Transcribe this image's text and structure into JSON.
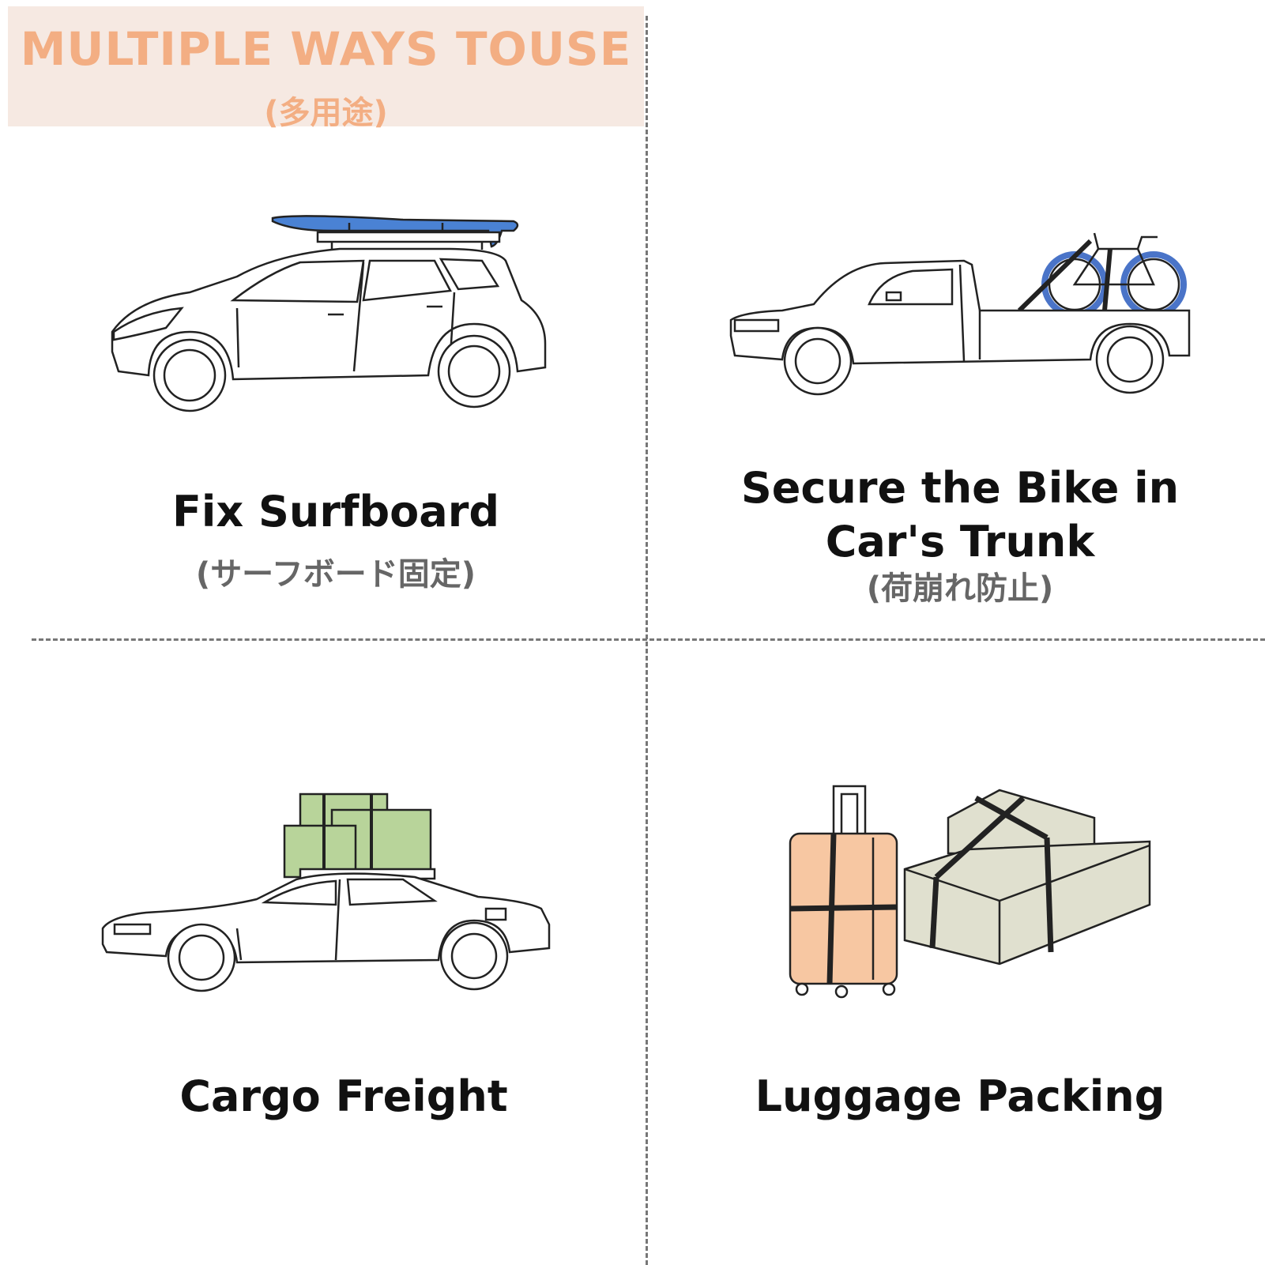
{
  "header": {
    "title": "MULTIPLE WAYS TOUSE",
    "subtitle": "(多用途)"
  },
  "panels": [
    {
      "title": "Fix Surfboard",
      "subtitle": "(サーフボード固定)"
    },
    {
      "title_line1": "Secure the Bike in",
      "title_line2": "Car's Trunk",
      "subtitle": "(荷崩れ防止)"
    },
    {
      "title": "Cargo Freight"
    },
    {
      "title": "Luggage Packing"
    }
  ],
  "colors": {
    "header_bg": "#f6e9e2",
    "header_text": "#f3ae83",
    "surfboard": "#4a82d4",
    "bike_wheels": "#4a74c8",
    "cargo_boxes": "#b8d49a",
    "suitcase": "#f7c7a2",
    "box": "#e0e0cf"
  }
}
